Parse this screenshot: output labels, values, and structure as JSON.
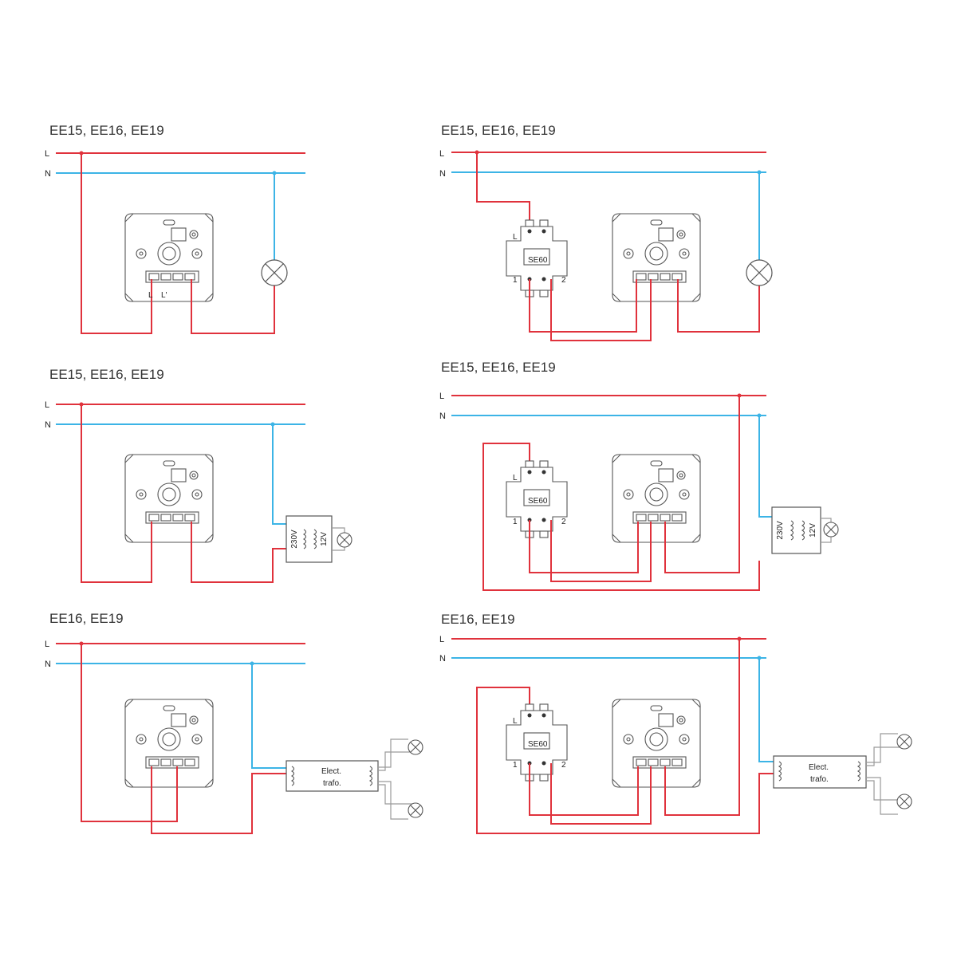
{
  "diagrams": [
    {
      "id": "d1",
      "title": "EE15, EE16, EE19",
      "line_label": "L",
      "neutral_label": "N",
      "load": "lamp"
    },
    {
      "id": "d2",
      "title": "EE15, EE16, EE19",
      "line_label": "L",
      "neutral_label": "N",
      "load": "lamp",
      "extension_unit": "SE60"
    },
    {
      "id": "d3",
      "title": "EE15, EE16, EE19",
      "line_label": "L",
      "neutral_label": "N",
      "load": "transformer"
    },
    {
      "id": "d4",
      "title": "EE15, EE16, EE19",
      "line_label": "L",
      "neutral_label": "N",
      "load": "transformer",
      "extension_unit": "SE60"
    },
    {
      "id": "d5",
      "title": "EE16, EE19",
      "line_label": "L",
      "neutral_label": "N",
      "load": "electronic-transformer"
    },
    {
      "id": "d6",
      "title": "EE16, EE19",
      "line_label": "L",
      "neutral_label": "N",
      "load": "electronic-transformer",
      "extension_unit": "SE60"
    }
  ],
  "se60": {
    "label": "SE60",
    "terminal_l": "L",
    "terminal_1": "1",
    "terminal_2": "2"
  },
  "dimmer": {
    "terminal_l": "L",
    "terminal_lprime": "L'"
  },
  "transformer": {
    "primary": "230V",
    "secondary": "12V"
  },
  "electronic_transformer": {
    "line1": "Elect.",
    "line2": "trafo."
  },
  "colors": {
    "line": "#e0323c",
    "neutral": "#3cb4e6",
    "outline": "#555555"
  }
}
